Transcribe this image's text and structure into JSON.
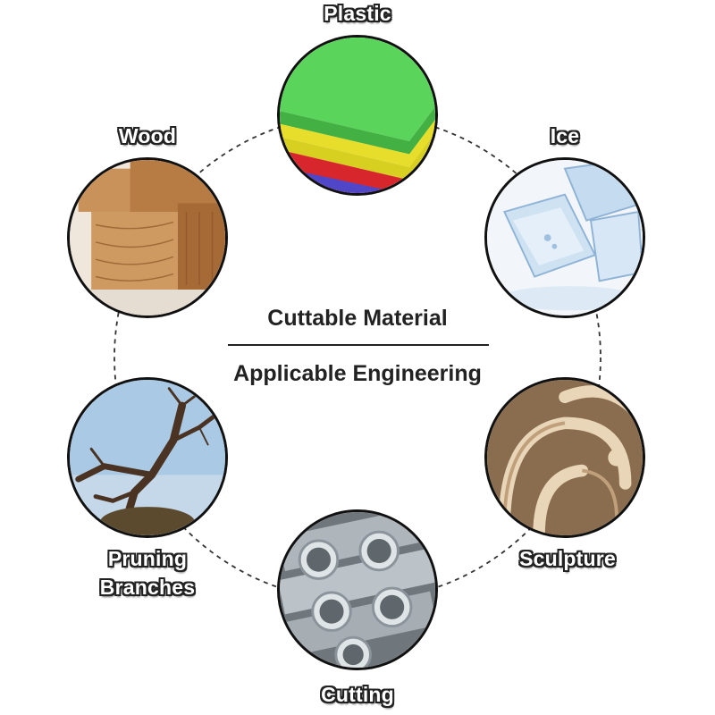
{
  "center": {
    "top_text": "Cuttable Material",
    "bottom_text": "Applicable Engineering"
  },
  "nodes": [
    {
      "id": "plastic",
      "label": "Plastic",
      "icon": "plastic-sheets-photo"
    },
    {
      "id": "ice",
      "label": "Ice",
      "icon": "ice-cubes-photo"
    },
    {
      "id": "sculpture",
      "label": "Sculpture",
      "icon": "wood-carving-photo"
    },
    {
      "id": "cutting",
      "label": "Cutting",
      "icon": "pvc-pipes-photo"
    },
    {
      "id": "pruning",
      "label_line1": "Pruning",
      "label_line2": "Branches",
      "icon": "tree-branches-photo"
    },
    {
      "id": "wood",
      "label": "Wood",
      "icon": "wood-blocks-photo"
    }
  ],
  "colors": {
    "outline": "#111111",
    "label_text": "#ffffff",
    "center_text": "#222222",
    "dashed_ring": "#333333"
  }
}
